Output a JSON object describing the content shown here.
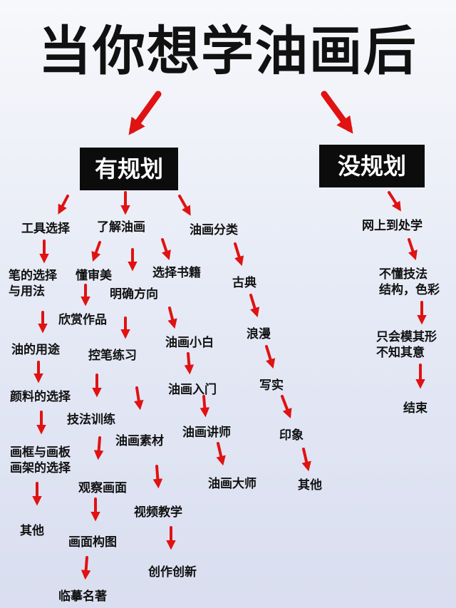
{
  "title": "当你想学油画后",
  "plan_box": "有规划",
  "noplan_box": "没规划",
  "labels": {
    "tools": "工具选择",
    "understand": "了解油画",
    "classify": "油画分类",
    "brush1": "笔的选择",
    "brush2": "与用法",
    "aesthetic": "懂审美",
    "books": "选择书籍",
    "direction": "明确方向",
    "classic": "古典",
    "appreciate": "欣赏作品",
    "oil_use": "油的用途",
    "control": "控笔练习",
    "beginner": "油画小白",
    "romantic": "浪漫",
    "pigment": "颜料的选择",
    "intro": "油画入门",
    "realism": "写实",
    "technique": "技法训练",
    "materials": "油画素材",
    "teacher": "油画讲师",
    "impression": "印象",
    "frame1": "画框与画板",
    "frame2": "画架的选择",
    "observe": "观察画面",
    "master": "油画大师",
    "other_mid": "其他",
    "video": "视频教学",
    "other_left": "其他",
    "composition": "画面构图",
    "create": "创作创新",
    "copy": "临摹名著",
    "online": "网上到处学",
    "no_tech1": "不懂技法",
    "no_tech2": "结构，色彩",
    "imitate1": "只会模其形",
    "imitate2": "不知其意",
    "end": "结束"
  },
  "colors": {
    "arrow": "#e01212",
    "box": "#0c0c0c"
  }
}
